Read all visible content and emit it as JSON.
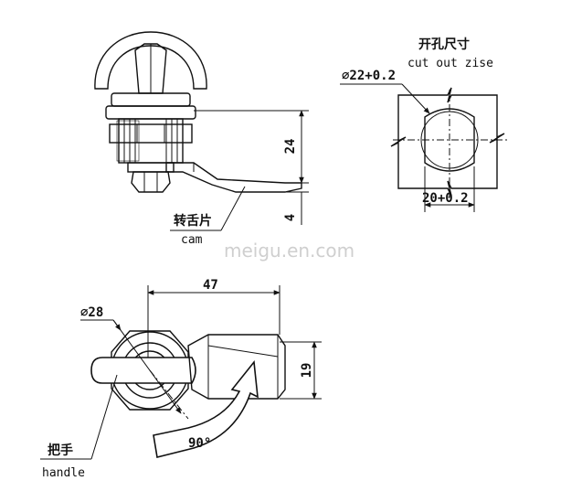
{
  "side_view": {
    "dim_height": "24",
    "dim_cam": "4",
    "cam_label_cn": "转舌片",
    "cam_label_en": "cam"
  },
  "cutout": {
    "title_cn": "开孔尺寸",
    "title_en": "cut out zise",
    "dim_diameter": "⌀22+0.2",
    "dim_width": "20+0.2"
  },
  "watermark": "meigu.en.com",
  "top_view": {
    "dim_length": "47",
    "dim_diameter": "⌀28",
    "dim_width": "19",
    "rotation": "90°",
    "handle_label_cn": "把手",
    "handle_label_en": "handle"
  }
}
